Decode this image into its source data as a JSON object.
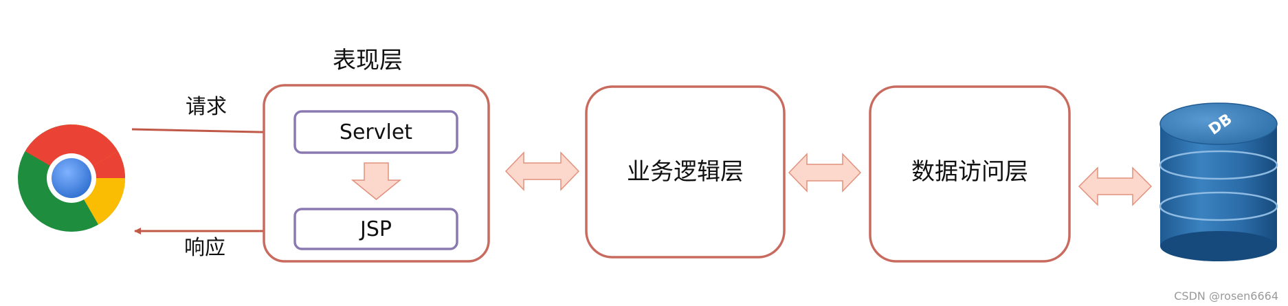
{
  "diagram": {
    "presentation_layer_title": "表现层",
    "request_label": "请求",
    "response_label": "响应",
    "servlet_label": "Servlet",
    "jsp_label": "JSP",
    "business_layer_label": "业务逻辑层",
    "data_access_layer_label": "数据访问层",
    "db_label": "DB"
  },
  "watermark": {
    "text": "CSDN @rosen6664"
  },
  "colors": {
    "layer_border": "#c96a5e",
    "inner_box_border": "#8a78b0",
    "arrow_fill": "#fbd8cb",
    "arrow_stroke": "#e2907c",
    "flow_arrow": "#c05848",
    "db_blue": "#2f6fa8"
  },
  "icons": {
    "browser": "chrome-browser-icon",
    "database": "database-cylinder-icon"
  }
}
